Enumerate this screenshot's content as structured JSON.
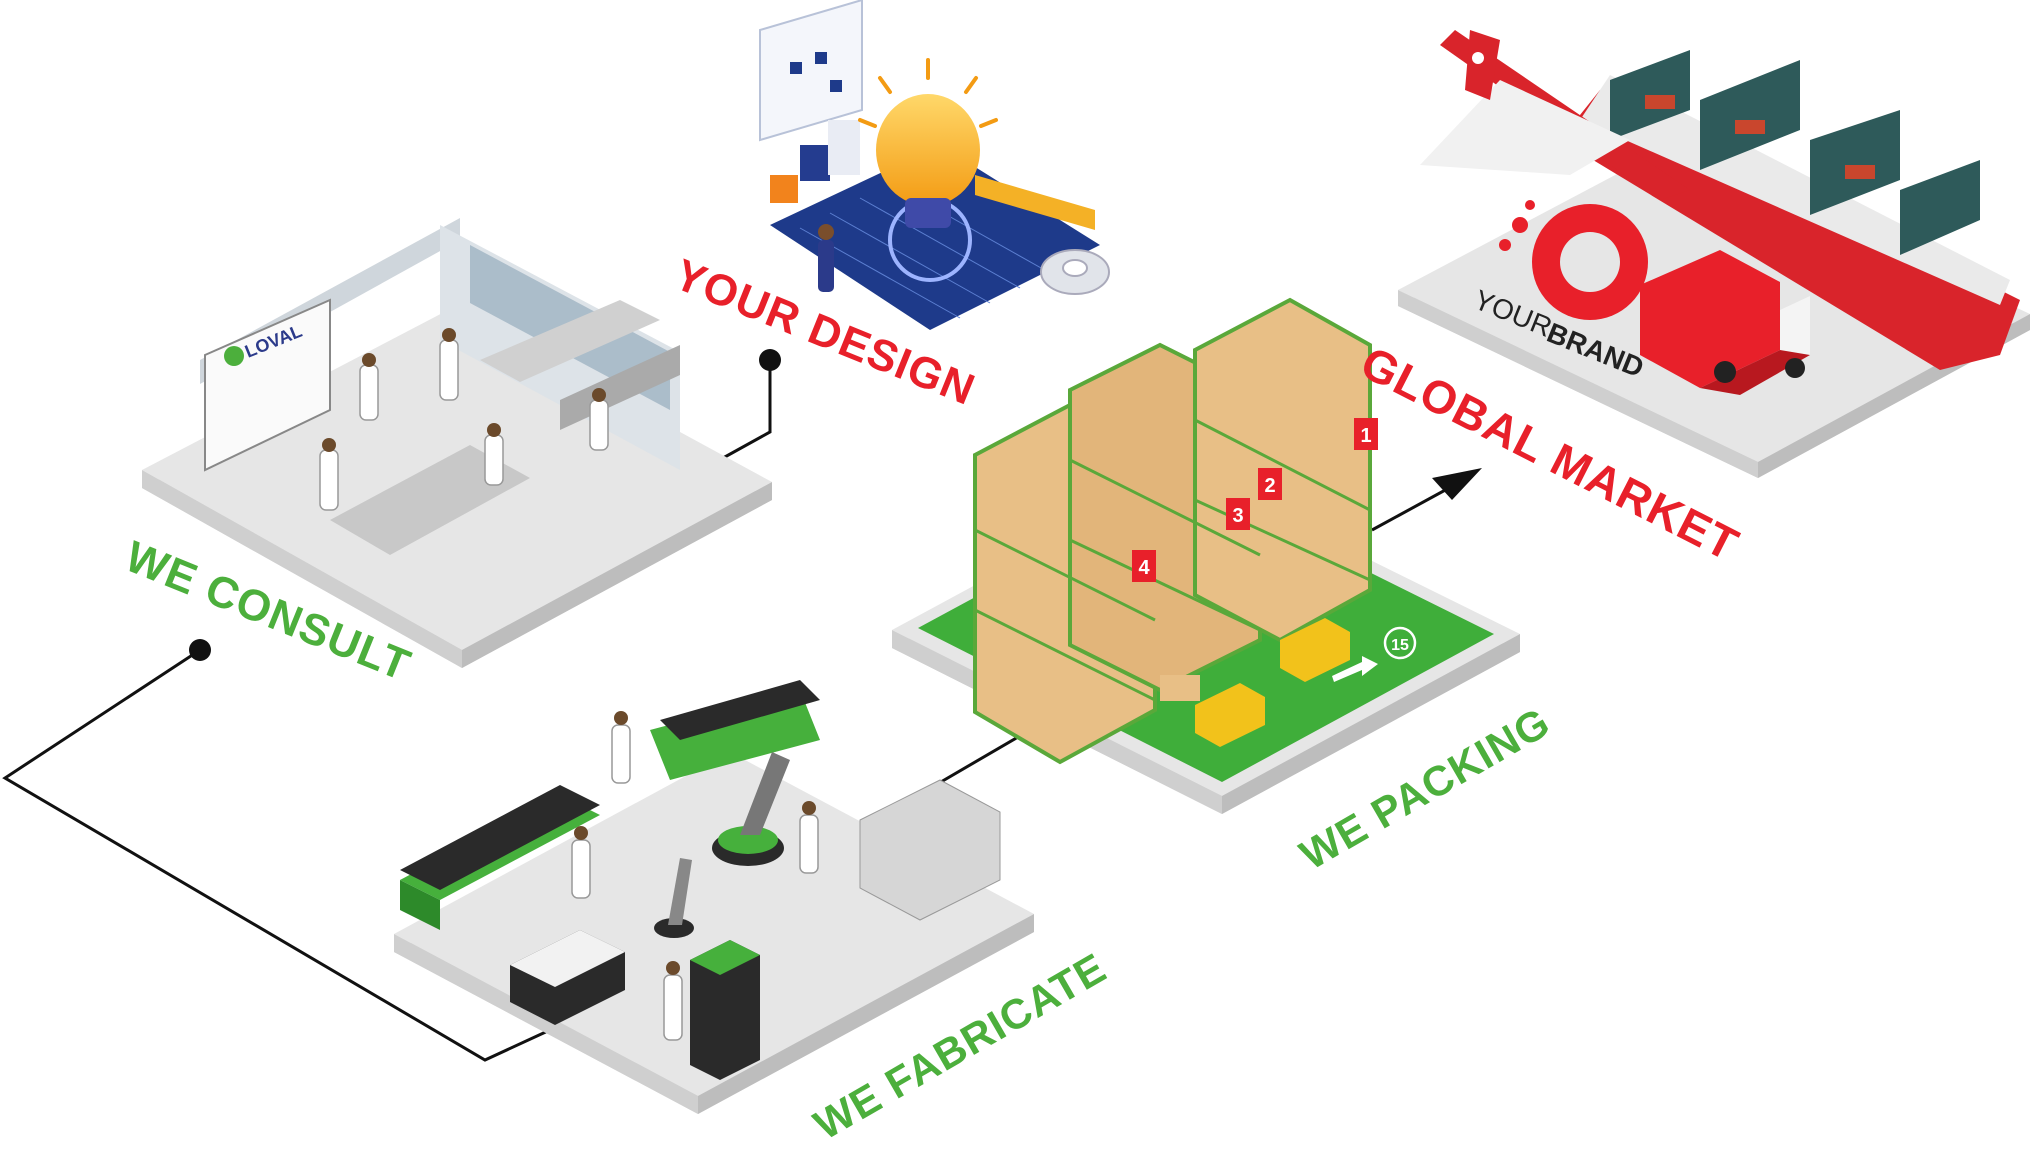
{
  "labels": {
    "we_consult": "WE CONSULT",
    "your_design": "YOUR DESIGN",
    "we_fabricate": "WE FABRICATE",
    "we_packing": "WE PACKING",
    "global_market": "GLOBAL MARKET"
  },
  "consult": {
    "logo_text": "LOVAL"
  },
  "market": {
    "brand_word_1": "YOUR",
    "brand_word_2": "BRAND"
  },
  "warehouse": {
    "rack_numbers": [
      "1",
      "2",
      "3",
      "4"
    ],
    "floor_marker": "15"
  },
  "colors": {
    "label_green": "#4caf3c",
    "label_red": "#e8202a",
    "platform": "#e6e6e6",
    "floor_green": "#3fae3a",
    "rack_green": "#5aa83a",
    "box_tan": "#e8bf86",
    "forklift_yellow": "#f2c21b",
    "machine_green": "#46b03c",
    "ship_red": "#d9242b",
    "container_teal": "#2e5a5a"
  },
  "icons": [
    "lightbulb-icon",
    "gear-icon",
    "flowchart-icon",
    "ruler-icon",
    "truck-icon",
    "airplane-icon",
    "ship-icon",
    "forklift-icon",
    "robot-arm-icon"
  ]
}
